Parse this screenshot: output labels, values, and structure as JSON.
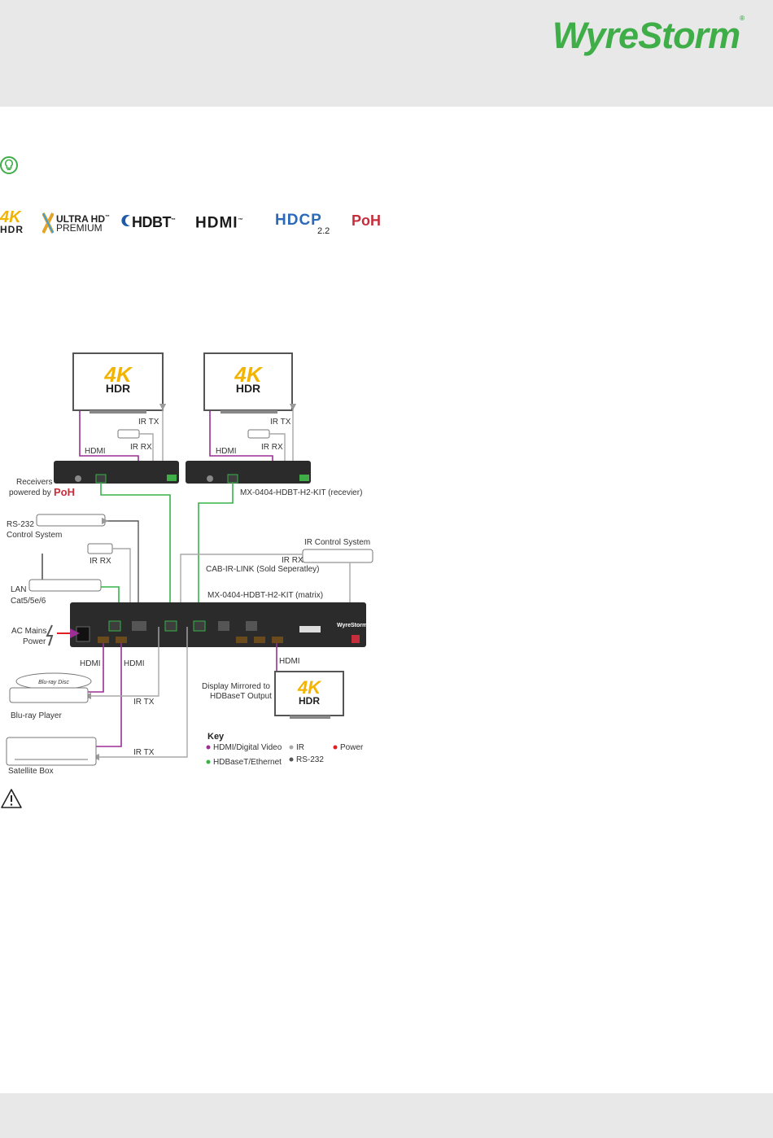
{
  "header": {
    "brand": "WyreStorm",
    "brand_mark": "®"
  },
  "icons": {
    "tip": "lightbulb-icon",
    "warning": "warning-triangle-icon"
  },
  "badges": {
    "k4": "4K",
    "hdr": "HDR",
    "uhd_line1": "ULTRA HD",
    "uhd_tm": "™",
    "uhd_line2": "PREMIUM",
    "hdbt": "HDBT",
    "hdbt_tm": "™",
    "hdmi": "HDMI",
    "hdmi_tm": "™",
    "hdcp": "HDCP",
    "hdcp_ver": "2.2",
    "poh": "PoH"
  },
  "diagram": {
    "tv1": {
      "k4": "4K",
      "hdr": "HDR"
    },
    "tv2": {
      "k4": "4K",
      "hdr": "HDR"
    },
    "tv3": {
      "k4": "4K",
      "hdr": "HDR"
    },
    "labels": {
      "ir_tx_1": "IR TX",
      "ir_rx_1": "IR RX",
      "hdmi_1": "HDMI",
      "ir_tx_2": "IR TX",
      "ir_rx_2": "IR RX",
      "hdmi_2": "HDMI",
      "receivers_line1": "Receivers",
      "receivers_line2": "powered by",
      "receivers_poh": "PoH",
      "receiver_model": "MX-0404-HDBT-H2-KIT (recevier)",
      "rs232_line1": "RS-232",
      "rs232_line2": "Control System",
      "ir_rx_3": "IR RX",
      "ir_control_system": "IR Control System",
      "ir_rx_4": "IR RX",
      "cab_ir_link": "CAB-IR-LINK (Sold Seperatley)",
      "lan_line1": "LAN",
      "lan_line2": "Cat5/5e/6",
      "matrix_model": "MX-0404-HDBT-H2-KIT (matrix)",
      "ac_line1": "AC Mains",
      "ac_line2": "Power",
      "hdmi_3": "HDMI",
      "hdmi_4": "HDMI",
      "hdmi_5": "HDMI",
      "display_line1": "Display Mirrored to",
      "display_line2": "HDBaseT Output",
      "ir_tx_3": "IR TX",
      "bluray": "Blu-ray Player",
      "ir_tx_4": "IR TX",
      "satellite": "Satellite Box",
      "bluray_disc": "Blu-ray Disc",
      "matrix_brand": "WyreStorm"
    },
    "key": {
      "title": "Key",
      "hdmi": "HDMI/Digital Video",
      "ir": "IR",
      "power": "Power",
      "hdbaset": "HDBaseT/Ethernet",
      "rs232": "RS-232"
    },
    "colors": {
      "hdmi": "#9b2f96",
      "hdbaset": "#37b34a",
      "ir": "#a8a8a8",
      "rs232": "#555555",
      "power": "#e02020"
    }
  }
}
